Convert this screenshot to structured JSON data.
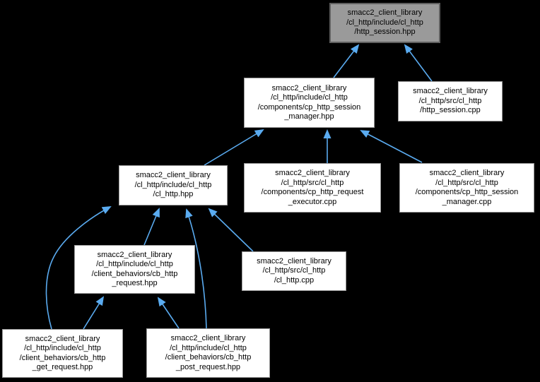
{
  "graph": {
    "type": "dependency-graph",
    "background": "#000000",
    "edge_color": "#5aabf0",
    "node": {
      "fill": "#ffffff",
      "border": "#9a9a9a",
      "text": "#000000"
    },
    "highlight_node": {
      "fill": "#9a9a9a",
      "border": "#5f5f5f"
    },
    "nodes": [
      {
        "id": "http_session_hpp",
        "label": "smacc2_client_library\n/cl_http/include/cl_http\n/http_session.hpp",
        "highlighted": true
      },
      {
        "id": "cp_http_session_manager_hpp",
        "label": "smacc2_client_library\n/cl_http/include/cl_http\n/components/cp_http_session\n_manager.hpp",
        "highlighted": false
      },
      {
        "id": "http_session_cpp",
        "label": "smacc2_client_library\n/cl_http/src/cl_http\n/http_session.cpp",
        "highlighted": false
      },
      {
        "id": "cl_http_hpp",
        "label": "smacc2_client_library\n/cl_http/include/cl_http\n/cl_http.hpp",
        "highlighted": false
      },
      {
        "id": "cp_http_request_executor_cpp",
        "label": "smacc2_client_library\n/cl_http/src/cl_http\n/components/cp_http_request\n_executor.cpp",
        "highlighted": false
      },
      {
        "id": "cp_http_session_manager_cpp",
        "label": "smacc2_client_library\n/cl_http/src/cl_http\n/components/cp_http_session\n_manager.cpp",
        "highlighted": false
      },
      {
        "id": "cb_http_request_hpp",
        "label": "smacc2_client_library\n/cl_http/include/cl_http\n/client_behaviors/cb_http\n_request.hpp",
        "highlighted": false
      },
      {
        "id": "cl_http_cpp",
        "label": "smacc2_client_library\n/cl_http/src/cl_http\n/cl_http.cpp",
        "highlighted": false
      },
      {
        "id": "cb_http_get_request_hpp",
        "label": "smacc2_client_library\n/cl_http/include/cl_http\n/client_behaviors/cb_http\n_get_request.hpp",
        "highlighted": false
      },
      {
        "id": "cb_http_post_request_hpp",
        "label": "smacc2_client_library\n/cl_http/include/cl_http\n/client_behaviors/cb_http\n_post_request.hpp",
        "highlighted": false
      }
    ],
    "edges": [
      {
        "from": "cp_http_session_manager_hpp",
        "to": "http_session_hpp"
      },
      {
        "from": "http_session_cpp",
        "to": "http_session_hpp"
      },
      {
        "from": "cl_http_hpp",
        "to": "cp_http_session_manager_hpp"
      },
      {
        "from": "cp_http_request_executor_cpp",
        "to": "cp_http_session_manager_hpp"
      },
      {
        "from": "cp_http_session_manager_cpp",
        "to": "cp_http_session_manager_hpp"
      },
      {
        "from": "cb_http_get_request_hpp",
        "to": "cl_http_hpp"
      },
      {
        "from": "cb_http_request_hpp",
        "to": "cl_http_hpp"
      },
      {
        "from": "cb_http_post_request_hpp",
        "to": "cl_http_hpp"
      },
      {
        "from": "cl_http_cpp",
        "to": "cl_http_hpp"
      },
      {
        "from": "cb_http_get_request_hpp",
        "to": "cb_http_request_hpp"
      },
      {
        "from": "cb_http_post_request_hpp",
        "to": "cb_http_request_hpp"
      }
    ]
  }
}
